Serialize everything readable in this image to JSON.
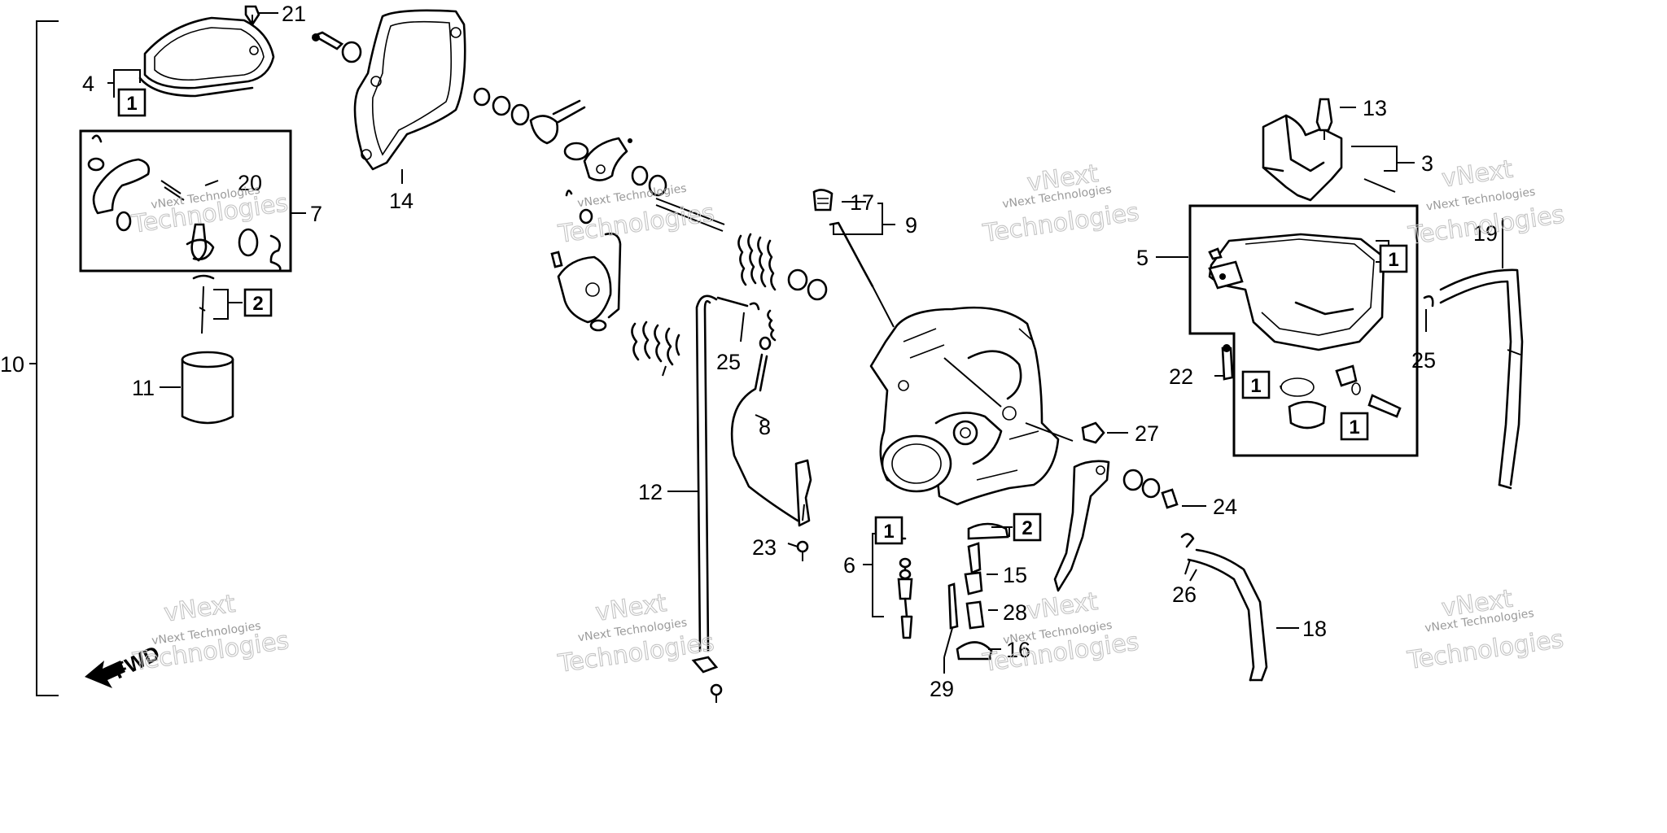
{
  "callouts": [
    "1",
    "2",
    "3",
    "4",
    "5",
    "6",
    "7",
    "8",
    "9",
    "10",
    "11",
    "12",
    "13",
    "14",
    "15",
    "16",
    "17",
    "18",
    "19",
    "20",
    "21",
    "22",
    "23",
    "24",
    "25",
    "26",
    "27",
    "28",
    "29"
  ],
  "boxed": {
    "one": "1",
    "two": "2"
  },
  "fwd_label": "FWD",
  "watermark": {
    "small": "vNext Technologies",
    "large": "Technologies",
    "top": "vNext"
  }
}
